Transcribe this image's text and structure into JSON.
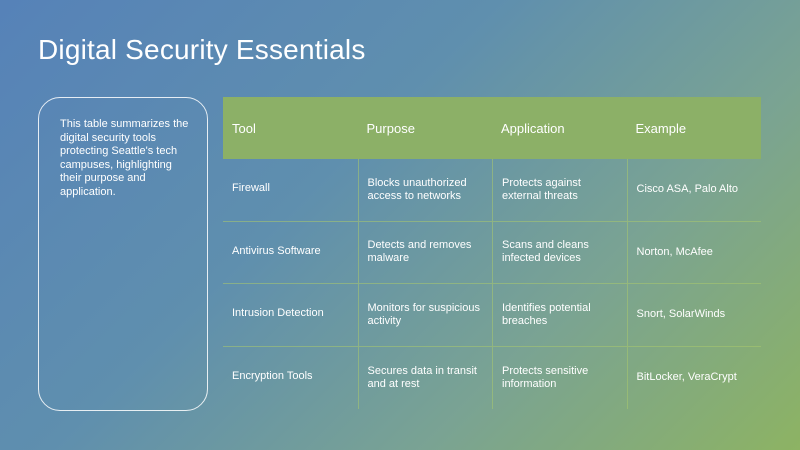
{
  "slide": {
    "title": "Digital Security Essentials",
    "summary": "This table summarizes the digital security tools protecting Seattle's tech campuses, highlighting their purpose and application."
  },
  "table": {
    "headers": [
      "Tool",
      "Purpose",
      "Application",
      "Example"
    ],
    "rows": [
      [
        "Firewall",
        "Blocks unauthorized access to networks",
        "Protects against external threats",
        "Cisco ASA, Palo Alto"
      ],
      [
        "Antivirus Software",
        "Detects and removes malware",
        "Scans and cleans infected devices",
        "Norton, McAfee"
      ],
      [
        "Intrusion Detection",
        "Monitors for suspicious activity",
        "Identifies potential breaches",
        "Snort, SolarWinds"
      ],
      [
        "Encryption Tools",
        "Secures data in transit and at rest",
        "Protects sensitive information",
        "BitLocker, VeraCrypt"
      ]
    ]
  },
  "colors": {
    "header_fill": "#8cb067",
    "grid_line": "#aac86e",
    "text": "#ffffff"
  }
}
